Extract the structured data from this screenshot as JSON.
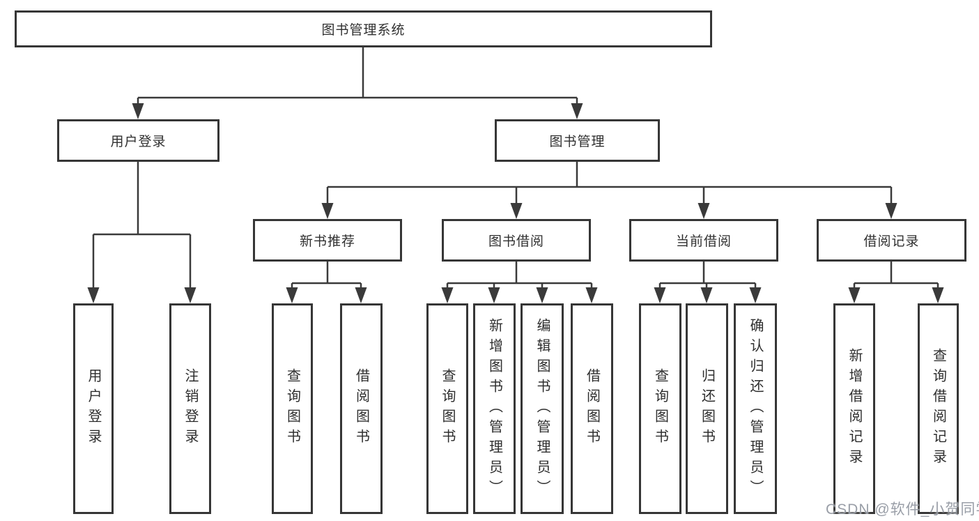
{
  "nodes": {
    "root": "图书管理系统",
    "user_login": "用户登录",
    "book_mgmt": "图书管理",
    "new_books": "新书推荐",
    "borrowing": "图书借阅",
    "current_borrow": "当前借阅",
    "borrow_records": "借阅记录",
    "leaves": {
      "user_login": [
        "用户登录",
        "注销登录"
      ],
      "new_books": [
        "查询图书",
        "借阅图书"
      ],
      "borrowing": [
        "查询图书",
        "新增图书（管理员）",
        "编辑图书（管理员）",
        "借阅图书"
      ],
      "current_borrow": [
        "查询图书",
        "归还图书",
        "确认归还（管理员）"
      ],
      "borrow_records": [
        "新增借阅记录",
        "查询借阅记录"
      ]
    }
  },
  "watermark": "CSDN @软件_小贺同学",
  "colors": {
    "line": "#3a3a3a",
    "border": "#363636",
    "text": "#303030",
    "watermark": "#9499a2",
    "background": "#ffffff"
  }
}
